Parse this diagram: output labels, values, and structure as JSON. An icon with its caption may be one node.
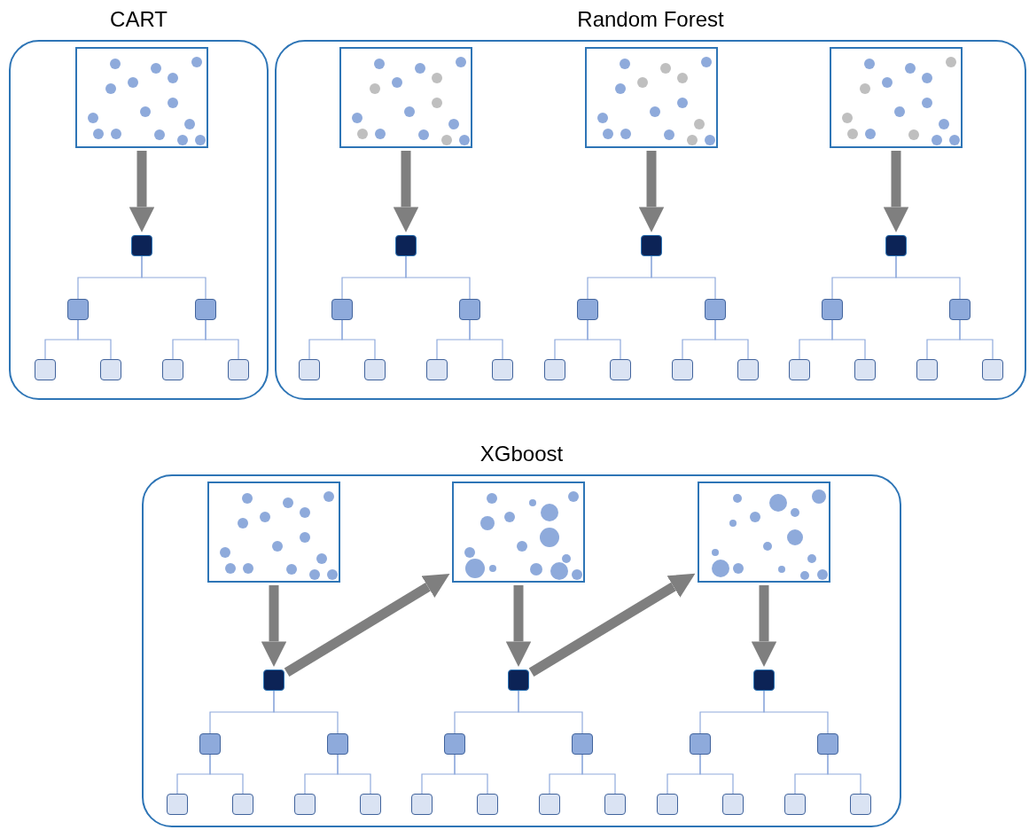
{
  "diagram": {
    "nodes": [
      {
        "text": [
          "CART"
        ]
      },
      {
        "text": [],
        "shape": "picture",
        "in": 0
      },
      {
        "text": [],
        "shape": "box",
        "in": 0
      },
      {
        "text": [],
        "shape": "box",
        "in": 0
      },
      {
        "text": [],
        "shape": "box",
        "in": 0
      },
      {
        "text": [],
        "shape": "box",
        "in": 0
      },
      {
        "text": [],
        "shape": "box",
        "in": 0
      },
      {
        "text": [],
        "shape": "box",
        "in": 0
      },
      {
        "text": [],
        "shape": "box",
        "in": 0
      },
      {
        "text": [
          "Random Forest"
        ]
      },
      {
        "text": [],
        "shape": "picture",
        "in": 9
      },
      {
        "text": [],
        "shape": "box",
        "in": 9
      },
      {
        "text": [],
        "shape": "box",
        "in": 9
      },
      {
        "text": [],
        "shape": "box",
        "in": 9
      },
      {
        "text": [],
        "shape": "box",
        "in": 9
      },
      {
        "text": [],
        "shape": "box",
        "in": 9
      },
      {
        "text": [],
        "shape": "box",
        "in": 9
      },
      {
        "text": [],
        "shape": "box",
        "in": 9
      },
      {
        "text": [],
        "shape": "picture",
        "in": 9
      },
      {
        "text": [],
        "shape": "box",
        "in": 9
      },
      {
        "text": [],
        "shape": "box",
        "in": 9
      },
      {
        "text": [],
        "shape": "box",
        "in": 9
      },
      {
        "text": [],
        "shape": "box",
        "in": 9
      },
      {
        "text": [],
        "shape": "box",
        "in": 9
      },
      {
        "text": [],
        "shape": "box",
        "in": 9
      },
      {
        "text": [],
        "shape": "box",
        "in": 9
      },
      {
        "text": [],
        "shape": "picture",
        "in": 9
      },
      {
        "text": [],
        "shape": "box",
        "in": 9
      },
      {
        "text": [],
        "shape": "box",
        "in": 9
      },
      {
        "text": [],
        "shape": "box",
        "in": 9
      },
      {
        "text": [],
        "shape": "box",
        "in": 9
      },
      {
        "text": [],
        "shape": "box",
        "in": 9
      },
      {
        "text": [],
        "shape": "box",
        "in": 9
      },
      {
        "text": [],
        "shape": "box",
        "in": 9
      },
      {
        "text": [
          "XGboost"
        ]
      },
      {
        "text": [],
        "shape": "picture",
        "in": 34
      },
      {
        "text": [],
        "shape": "box",
        "in": 34
      },
      {
        "text": [],
        "shape": "box",
        "in": 34
      },
      {
        "text": [],
        "shape": "box",
        "in": 34
      },
      {
        "text": [],
        "shape": "box",
        "in": 34
      },
      {
        "text": [],
        "shape": "box",
        "in": 34
      },
      {
        "text": [],
        "shape": "box",
        "in": 34
      },
      {
        "text": [],
        "shape": "box",
        "in": 34
      },
      {
        "text": [],
        "shape": "picture",
        "in": 34
      },
      {
        "text": [],
        "shape": "box",
        "in": 34
      },
      {
        "text": [],
        "shape": "box",
        "in": 34
      },
      {
        "text": [],
        "shape": "box",
        "in": 34
      },
      {
        "text": [],
        "shape": "box",
        "in": 34
      },
      {
        "text": [],
        "shape": "box",
        "in": 34
      },
      {
        "text": [],
        "shape": "box",
        "in": 34
      },
      {
        "text": [],
        "shape": "box",
        "in": 34
      },
      {
        "text": [],
        "shape": "picture",
        "in": 34
      },
      {
        "text": [],
        "shape": "box",
        "in": 34
      },
      {
        "text": [],
        "shape": "box",
        "in": 34
      },
      {
        "text": [],
        "shape": "box",
        "in": 34
      },
      {
        "text": [],
        "shape": "box",
        "in": 34
      },
      {
        "text": [],
        "shape": "box",
        "in": 34
      },
      {
        "text": [],
        "shape": "box",
        "in": 34
      },
      {
        "text": [],
        "shape": "box",
        "in": 34
      }
    ],
    "edges": [
      {
        "from": 1,
        "to": 2,
        "arrow": "to",
        "style": "thick",
        "color": "#7f7f7f"
      },
      {
        "from": 2,
        "to": 3,
        "arrow": "none"
      },
      {
        "from": 2,
        "to": 4,
        "arrow": "none"
      },
      {
        "from": 3,
        "to": 5,
        "arrow": "none"
      },
      {
        "from": 3,
        "to": 6,
        "arrow": "none"
      },
      {
        "from": 4,
        "to": 7,
        "arrow": "none"
      },
      {
        "from": 4,
        "to": 8,
        "arrow": "none"
      },
      {
        "from": 10,
        "to": 11,
        "arrow": "to",
        "style": "thick",
        "color": "#7f7f7f"
      },
      {
        "from": 11,
        "to": 12,
        "arrow": "none"
      },
      {
        "from": 11,
        "to": 13,
        "arrow": "none"
      },
      {
        "from": 12,
        "to": 14,
        "arrow": "none"
      },
      {
        "from": 12,
        "to": 15,
        "arrow": "none"
      },
      {
        "from": 13,
        "to": 16,
        "arrow": "none"
      },
      {
        "from": 13,
        "to": 17,
        "arrow": "none"
      },
      {
        "from": 18,
        "to": 19,
        "arrow": "to",
        "style": "thick",
        "color": "#7f7f7f"
      },
      {
        "from": 19,
        "to": 20,
        "arrow": "none"
      },
      {
        "from": 19,
        "to": 21,
        "arrow": "none"
      },
      {
        "from": 20,
        "to": 22,
        "arrow": "none"
      },
      {
        "from": 20,
        "to": 23,
        "arrow": "none"
      },
      {
        "from": 21,
        "to": 24,
        "arrow": "none"
      },
      {
        "from": 21,
        "to": 25,
        "arrow": "none"
      },
      {
        "from": 26,
        "to": 27,
        "arrow": "to",
        "style": "thick",
        "color": "#7f7f7f"
      },
      {
        "from": 27,
        "to": 28,
        "arrow": "none"
      },
      {
        "from": 27,
        "to": 29,
        "arrow": "none"
      },
      {
        "from": 28,
        "to": 30,
        "arrow": "none"
      },
      {
        "from": 28,
        "to": 31,
        "arrow": "none"
      },
      {
        "from": 29,
        "to": 32,
        "arrow": "none"
      },
      {
        "from": 29,
        "to": 33,
        "arrow": "none"
      },
      {
        "from": 35,
        "to": 36,
        "arrow": "to",
        "style": "thick",
        "color": "#7f7f7f"
      },
      {
        "from": 36,
        "to": 37,
        "arrow": "none"
      },
      {
        "from": 36,
        "to": 38,
        "arrow": "none"
      },
      {
        "from": 37,
        "to": 39,
        "arrow": "none"
      },
      {
        "from": 37,
        "to": 40,
        "arrow": "none"
      },
      {
        "from": 38,
        "to": 41,
        "arrow": "none"
      },
      {
        "from": 38,
        "to": 42,
        "arrow": "none"
      },
      {
        "from": 36,
        "to": 43,
        "arrow": "to",
        "style": "thick",
        "color": "#7f7f7f"
      },
      {
        "from": 43,
        "to": 44,
        "arrow": "to",
        "style": "thick",
        "color": "#7f7f7f"
      },
      {
        "from": 44,
        "to": 45,
        "arrow": "none"
      },
      {
        "from": 44,
        "to": 46,
        "arrow": "none"
      },
      {
        "from": 45,
        "to": 47,
        "arrow": "none"
      },
      {
        "from": 45,
        "to": 48,
        "arrow": "none"
      },
      {
        "from": 46,
        "to": 49,
        "arrow": "none"
      },
      {
        "from": 46,
        "to": 50,
        "arrow": "none"
      },
      {
        "from": 44,
        "to": 51,
        "arrow": "to",
        "style": "thick",
        "color": "#7f7f7f"
      },
      {
        "from": 51,
        "to": 52,
        "arrow": "to",
        "style": "thick",
        "color": "#7f7f7f"
      },
      {
        "from": 52,
        "to": 53,
        "arrow": "none"
      },
      {
        "from": 52,
        "to": 54,
        "arrow": "none"
      },
      {
        "from": 53,
        "to": 55,
        "arrow": "none"
      },
      {
        "from": 53,
        "to": 56,
        "arrow": "none"
      },
      {
        "from": 54,
        "to": 57,
        "arrow": "none"
      },
      {
        "from": 54,
        "to": 58,
        "arrow": "none"
      }
    ]
  }
}
